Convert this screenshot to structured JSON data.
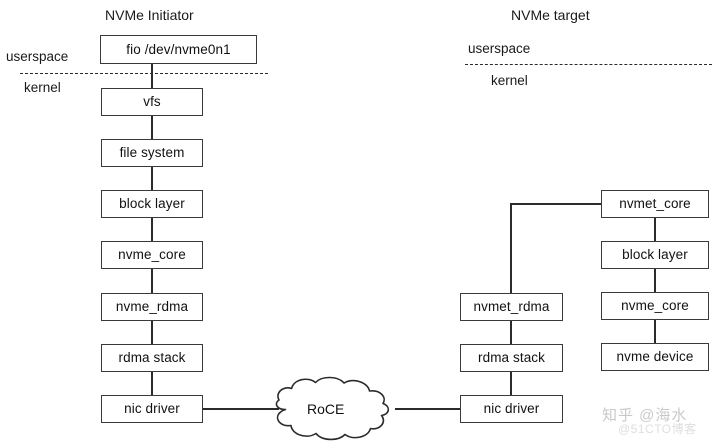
{
  "diagram": {
    "title_left": "NVMe Initiator",
    "title_right": "NVMe target",
    "zones": {
      "left_userspace": "userspace",
      "left_kernel": "kernel",
      "right_userspace": "userspace",
      "right_kernel": "kernel"
    },
    "initiator_stack": [
      {
        "label": "fio /dev/nvme0n1"
      },
      {
        "label": "vfs"
      },
      {
        "label": "file system"
      },
      {
        "label": "block layer"
      },
      {
        "label": "nvme_core"
      },
      {
        "label": "nvme_rdma"
      },
      {
        "label": "rdma stack"
      },
      {
        "label": "nic driver"
      }
    ],
    "target_middle_stack": [
      {
        "label": "nvmet_rdma"
      },
      {
        "label": "rdma stack"
      },
      {
        "label": "nic driver"
      }
    ],
    "target_right_stack": [
      {
        "label": "nvmet_core"
      },
      {
        "label": "block layer"
      },
      {
        "label": "nvme_core"
      },
      {
        "label": "nvme device"
      }
    ],
    "network": {
      "label": "RoCE"
    },
    "watermark": {
      "primary": "知乎 @海水",
      "secondary": "@51CTO博客"
    },
    "colors": {
      "box_border": "#3a3a3a",
      "line": "#2b2b2b",
      "text": "#111111",
      "background": "#ffffff",
      "watermark": "#c9c9c9"
    }
  }
}
